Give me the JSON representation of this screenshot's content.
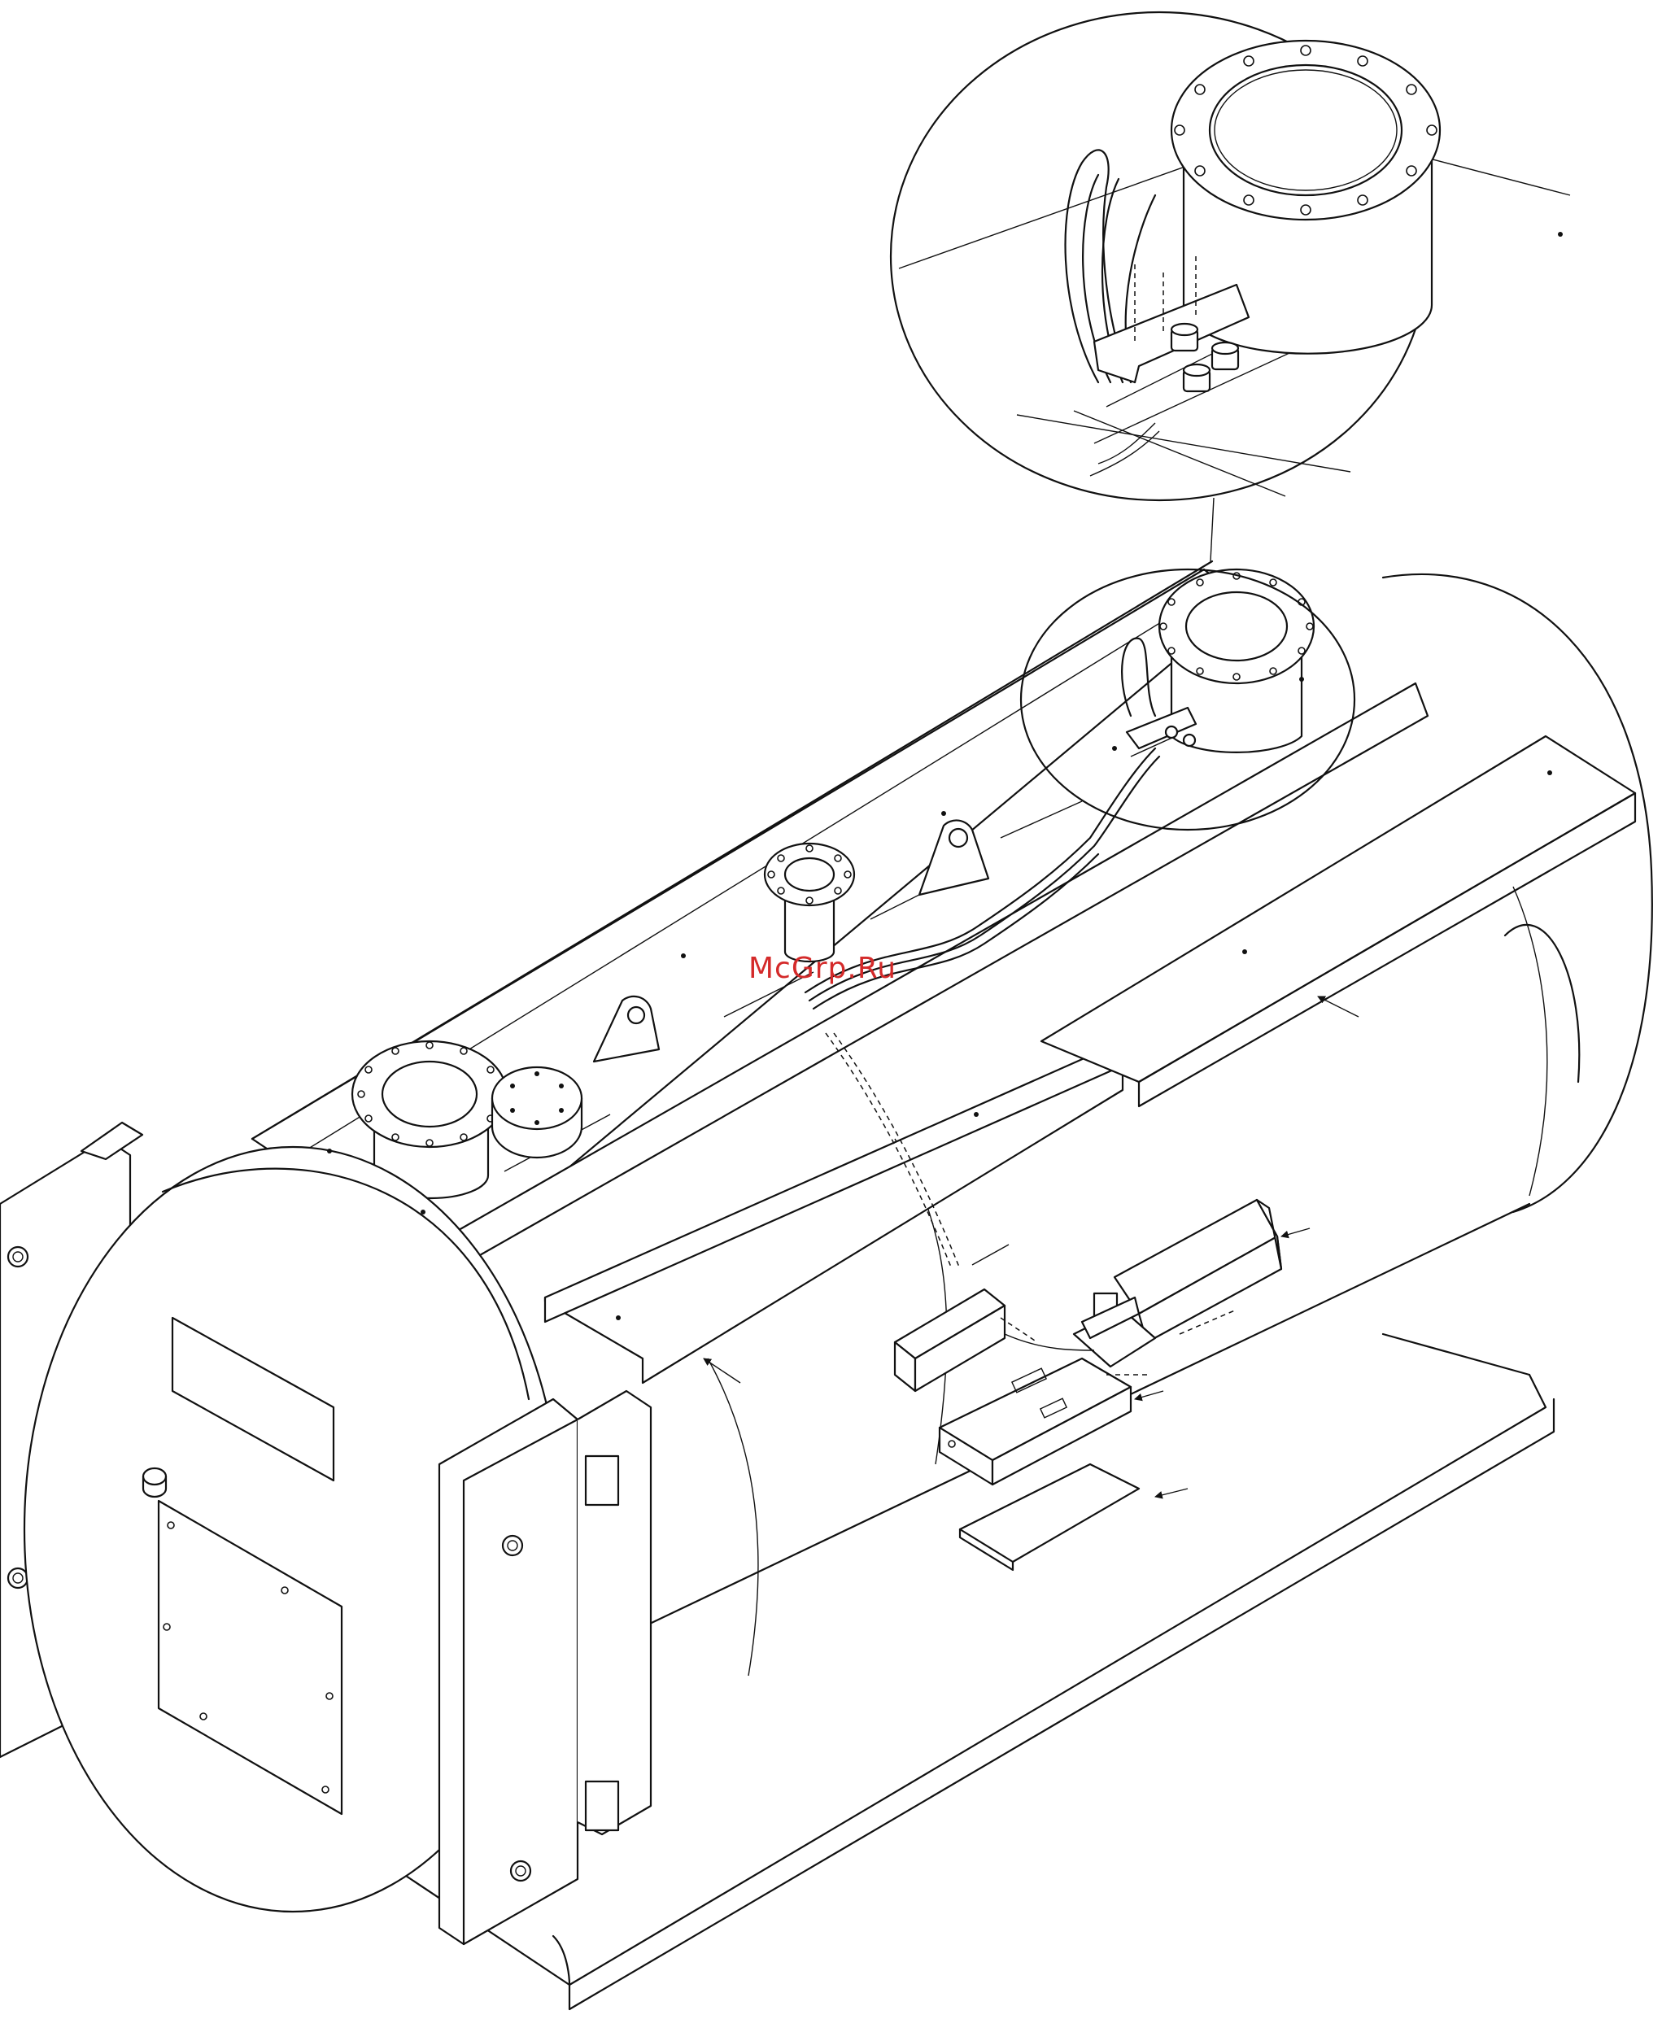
{
  "watermark": {
    "text": "McGrp.Ru",
    "color": "#d42a2a"
  },
  "line_color": "#111111",
  "background": "#ffffff",
  "icons": {
    "leader_arrow": "arrow",
    "bolt": "hex-bolt",
    "flange": "round-flange"
  }
}
